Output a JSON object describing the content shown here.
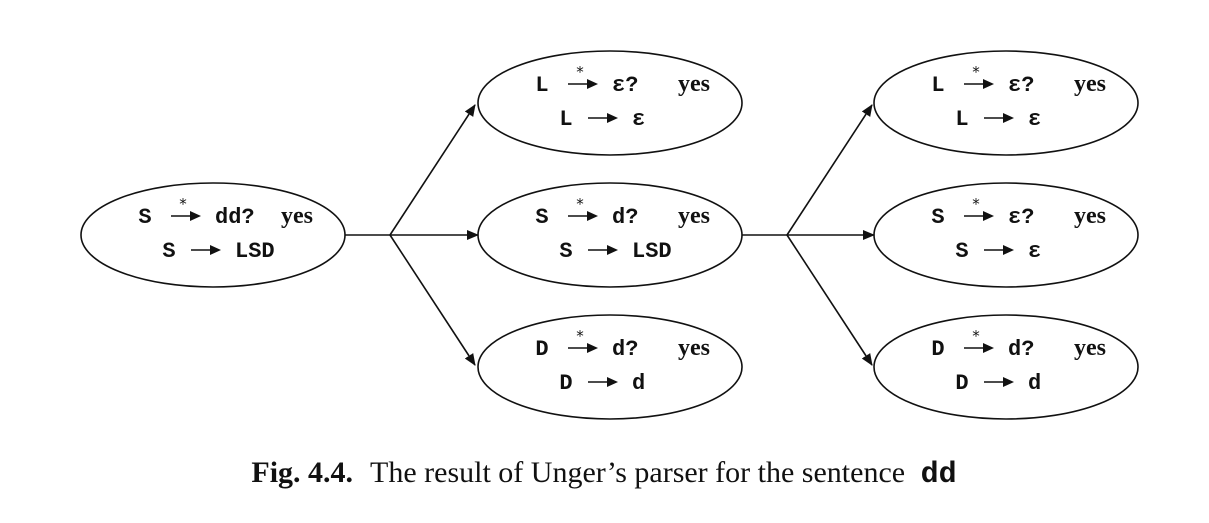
{
  "nodes": {
    "root": {
      "sym": "S",
      "star": "*",
      "str": "dd?",
      "ans": "yes",
      "lhs": "S",
      "rhs": "LSD"
    },
    "mid_l": {
      "sym": "L",
      "star": "*",
      "str": "ε?",
      "ans": "yes",
      "lhs": "L",
      "rhs": "ε"
    },
    "mid_s": {
      "sym": "S",
      "star": "*",
      "str": "d?",
      "ans": "yes",
      "lhs": "S",
      "rhs": "LSD"
    },
    "mid_d": {
      "sym": "D",
      "star": "*",
      "str": "d?",
      "ans": "yes",
      "lhs": "D",
      "rhs": "d"
    },
    "right_l": {
      "sym": "L",
      "star": "*",
      "str": "ε?",
      "ans": "yes",
      "lhs": "L",
      "rhs": "ε"
    },
    "right_s": {
      "sym": "S",
      "star": "*",
      "str": "ε?",
      "ans": "yes",
      "lhs": "S",
      "rhs": "ε"
    },
    "right_d": {
      "sym": "D",
      "star": "*",
      "str": "d?",
      "ans": "yes",
      "lhs": "D",
      "rhs": "d"
    }
  },
  "edges": [
    {
      "from": "root",
      "to": "mid_l"
    },
    {
      "from": "root",
      "to": "mid_s"
    },
    {
      "from": "root",
      "to": "mid_d"
    },
    {
      "from": "mid_s",
      "to": "right_l"
    },
    {
      "from": "mid_s",
      "to": "right_s"
    },
    {
      "from": "mid_s",
      "to": "right_d"
    }
  ],
  "caption": {
    "label": "Fig. 4.4.",
    "text": "The result of Unger’s parser for the sentence",
    "sentence": "dd"
  }
}
